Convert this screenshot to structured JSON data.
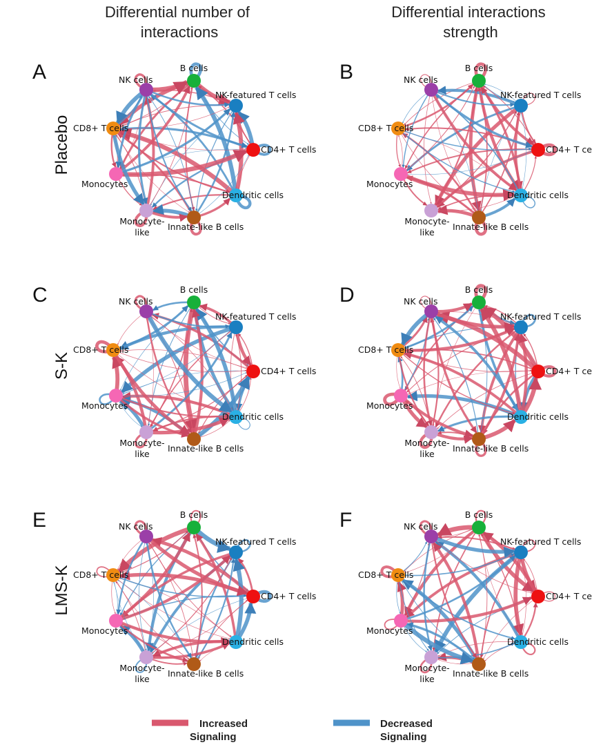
{
  "column_titles": [
    [
      "Differential number of",
      "interactions"
    ],
    [
      "Differential interactions",
      "strength"
    ]
  ],
  "row_labels": [
    "Placebo",
    "S-K",
    "LMS-K"
  ],
  "panel_letters": [
    "A",
    "B",
    "C",
    "D",
    "E",
    "F"
  ],
  "cell_types": [
    {
      "id": "b",
      "label": "B cells",
      "color": "#17b03a"
    },
    {
      "id": "nkt",
      "label": "NK-featured T cells",
      "color": "#1a7fc1"
    },
    {
      "id": "cd4",
      "label": "CD4+ T cells",
      "color": "#ee1111"
    },
    {
      "id": "dc",
      "label": "Dendritic cells",
      "color": "#2ab0e4"
    },
    {
      "id": "ilb",
      "label": "Innate-like B cells",
      "color": "#b05a18"
    },
    {
      "id": "ml",
      "label": "Monocyte-like",
      "color": "#c9a1d6"
    },
    {
      "id": "mono",
      "label": "Monocytes",
      "color": "#f567b4"
    },
    {
      "id": "cd8",
      "label": "CD8+ T cells",
      "color": "#f08c12"
    },
    {
      "id": "nk",
      "label": "NK cells",
      "color": "#9b3fa8"
    }
  ],
  "edge_colors": {
    "increased": "#d9586e",
    "decreased": "#4f93c9"
  },
  "legend": [
    {
      "label_line1": "Increased",
      "label_line2": "Signaling",
      "color": "#d9586e"
    },
    {
      "label_line1": "Decreased",
      "label_line2": "Signaling",
      "color": "#4f93c9"
    }
  ]
}
